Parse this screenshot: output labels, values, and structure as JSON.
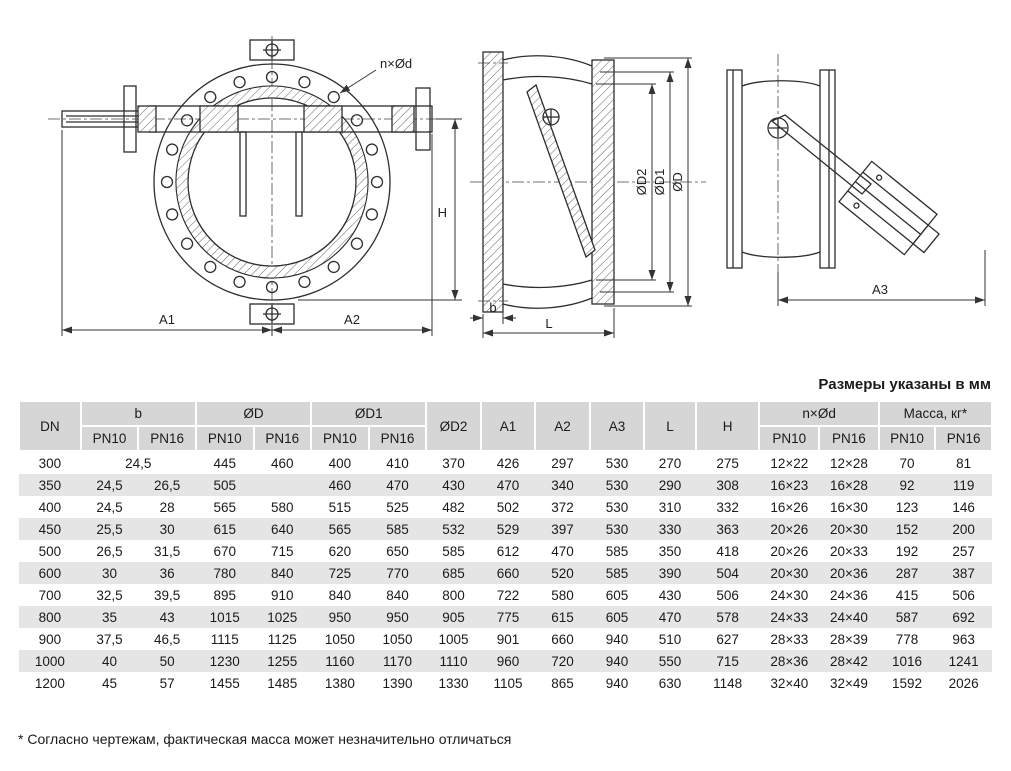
{
  "caption": "Размеры указаны в мм",
  "footnote": "* Согласно чертежам, фактическая масса может незначительно отличаться",
  "labels": {
    "nxod": "n×Ød",
    "a1": "A1",
    "a2": "A2",
    "a3": "A3",
    "h": "H",
    "b": "b",
    "l": "L",
    "od": "ØD",
    "od1": "ØD1",
    "od2": "ØD2"
  },
  "table": {
    "header": {
      "dn": "DN",
      "b": "b",
      "od": "ØD",
      "od1": "ØD1",
      "od2": "ØD2",
      "a1": "A1",
      "a2": "A2",
      "a3": "A3",
      "l": "L",
      "h": "H",
      "nxod": "n×Ød",
      "mass": "Масса, кг*",
      "pn10": "PN10",
      "pn16": "PN16"
    },
    "rows": [
      {
        "dn": "300",
        "b_pn10": "24,5",
        "b_merged": true,
        "od_pn10": "445",
        "od_pn16": "460",
        "od1_pn10": "400",
        "od1_pn16": "410",
        "od2": "370",
        "a1": "426",
        "a2": "297",
        "a3": "530",
        "l": "270",
        "h": "275",
        "n_pn10": "12×22",
        "n_pn16": "12×28",
        "m_pn10": "70",
        "m_pn16": "81"
      },
      {
        "dn": "350",
        "b_pn10": "24,5",
        "b_pn16": "26,5",
        "od_pn10": "505",
        "od_pn16": "",
        "od1_pn10": "460",
        "od1_pn16": "470",
        "od2": "430",
        "a1": "470",
        "a2": "340",
        "a3": "530",
        "l": "290",
        "h": "308",
        "n_pn10": "16×23",
        "n_pn16": "16×28",
        "m_pn10": "92",
        "m_pn16": "119"
      },
      {
        "dn": "400",
        "b_pn10": "24,5",
        "b_pn16": "28",
        "od_pn10": "565",
        "od_pn16": "580",
        "od1_pn10": "515",
        "od1_pn16": "525",
        "od2": "482",
        "a1": "502",
        "a2": "372",
        "a3": "530",
        "l": "310",
        "h": "332",
        "n_pn10": "16×26",
        "n_pn16": "16×30",
        "m_pn10": "123",
        "m_pn16": "146"
      },
      {
        "dn": "450",
        "b_pn10": "25,5",
        "b_pn16": "30",
        "od_pn10": "615",
        "od_pn16": "640",
        "od1_pn10": "565",
        "od1_pn16": "585",
        "od2": "532",
        "a1": "529",
        "a2": "397",
        "a3": "530",
        "l": "330",
        "h": "363",
        "n_pn10": "20×26",
        "n_pn16": "20×30",
        "m_pn10": "152",
        "m_pn16": "200"
      },
      {
        "dn": "500",
        "b_pn10": "26,5",
        "b_pn16": "31,5",
        "od_pn10": "670",
        "od_pn16": "715",
        "od1_pn10": "620",
        "od1_pn16": "650",
        "od2": "585",
        "a1": "612",
        "a2": "470",
        "a3": "585",
        "l": "350",
        "h": "418",
        "n_pn10": "20×26",
        "n_pn16": "20×33",
        "m_pn10": "192",
        "m_pn16": "257"
      },
      {
        "dn": "600",
        "b_pn10": "30",
        "b_pn16": "36",
        "od_pn10": "780",
        "od_pn16": "840",
        "od1_pn10": "725",
        "od1_pn16": "770",
        "od2": "685",
        "a1": "660",
        "a2": "520",
        "a3": "585",
        "l": "390",
        "h": "504",
        "n_pn10": "20×30",
        "n_pn16": "20×36",
        "m_pn10": "287",
        "m_pn16": "387"
      },
      {
        "dn": "700",
        "b_pn10": "32,5",
        "b_pn16": "39,5",
        "od_pn10": "895",
        "od_pn16": "910",
        "od1_pn10": "840",
        "od1_pn16": "840",
        "od2": "800",
        "a1": "722",
        "a2": "580",
        "a3": "605",
        "l": "430",
        "h": "506",
        "n_pn10": "24×30",
        "n_pn16": "24×36",
        "m_pn10": "415",
        "m_pn16": "506"
      },
      {
        "dn": "800",
        "b_pn10": "35",
        "b_pn16": "43",
        "od_pn10": "1015",
        "od_pn16": "1025",
        "od1_pn10": "950",
        "od1_pn16": "950",
        "od2": "905",
        "a1": "775",
        "a2": "615",
        "a3": "605",
        "l": "470",
        "h": "578",
        "n_pn10": "24×33",
        "n_pn16": "24×40",
        "m_pn10": "587",
        "m_pn16": "692"
      },
      {
        "dn": "900",
        "b_pn10": "37,5",
        "b_pn16": "46,5",
        "od_pn10": "1115",
        "od_pn16": "1125",
        "od1_pn10": "1050",
        "od1_pn16": "1050",
        "od2": "1005",
        "a1": "901",
        "a2": "660",
        "a3": "940",
        "l": "510",
        "h": "627",
        "n_pn10": "28×33",
        "n_pn16": "28×39",
        "m_pn10": "778",
        "m_pn16": "963"
      },
      {
        "dn": "1000",
        "b_pn10": "40",
        "b_pn16": "50",
        "od_pn10": "1230",
        "od_pn16": "1255",
        "od1_pn10": "1160",
        "od1_pn16": "1170",
        "od2": "1110",
        "a1": "960",
        "a2": "720",
        "a3": "940",
        "l": "550",
        "h": "715",
        "n_pn10": "28×36",
        "n_pn16": "28×42",
        "m_pn10": "1016",
        "m_pn16": "1241"
      },
      {
        "dn": "1200",
        "b_pn10": "45",
        "b_pn16": "57",
        "od_pn10": "1455",
        "od_pn16": "1485",
        "od1_pn10": "1380",
        "od1_pn16": "1390",
        "od2": "1330",
        "a1": "1105",
        "a2": "865",
        "a3": "940",
        "l": "630",
        "h": "1148",
        "n_pn10": "32×40",
        "n_pn16": "32×49",
        "m_pn10": "1592",
        "m_pn16": "2026"
      }
    ]
  }
}
